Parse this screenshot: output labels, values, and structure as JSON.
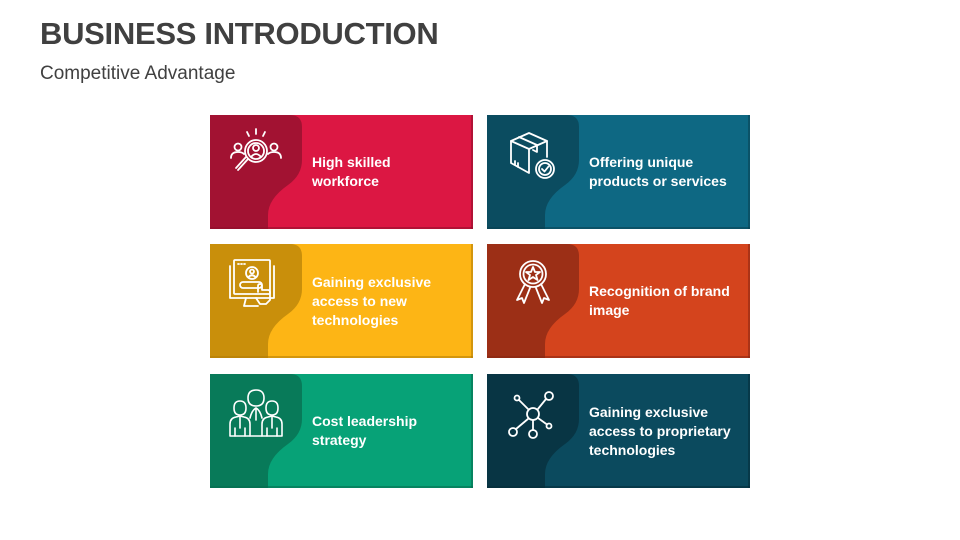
{
  "slide": {
    "title": "BUSINESS INTRODUCTION",
    "subtitle": "Competitive Advantage"
  },
  "cards": [
    {
      "label_lines": [
        "High skilled",
        "workforce"
      ],
      "icon": "talent-search-icon",
      "color": "#DC1743",
      "panel_color": "#A21232",
      "edge_color": "#8E0F2B"
    },
    {
      "label_lines": [
        "Offering unique",
        "products or services"
      ],
      "icon": "package-check-icon",
      "color": "#0E6883",
      "panel_color": "#0B4C60",
      "edge_color": "#093F50"
    },
    {
      "label_lines": [
        "Gaining exclusive",
        "access to new",
        "technologies"
      ],
      "icon": "computer-login-icon",
      "color": "#FDB515",
      "panel_color": "#C98F0B",
      "edge_color": "#B07C08"
    },
    {
      "label_lines": [
        "Recognition of brand",
        "image"
      ],
      "icon": "award-ribbon-icon",
      "color": "#D4441D",
      "panel_color": "#9C2F16",
      "edge_color": "#862713"
    },
    {
      "label_lines": [
        "Cost leadership",
        "strategy"
      ],
      "icon": "team-group-icon",
      "color": "#07A277",
      "panel_color": "#087A59",
      "edge_color": "#066B4E"
    },
    {
      "label_lines": [
        "Gaining exclusive",
        "access to proprietary",
        "technologies"
      ],
      "icon": "network-nodes-icon",
      "color": "#0B4A5E",
      "panel_color": "#083544",
      "edge_color": "#062C39"
    }
  ]
}
